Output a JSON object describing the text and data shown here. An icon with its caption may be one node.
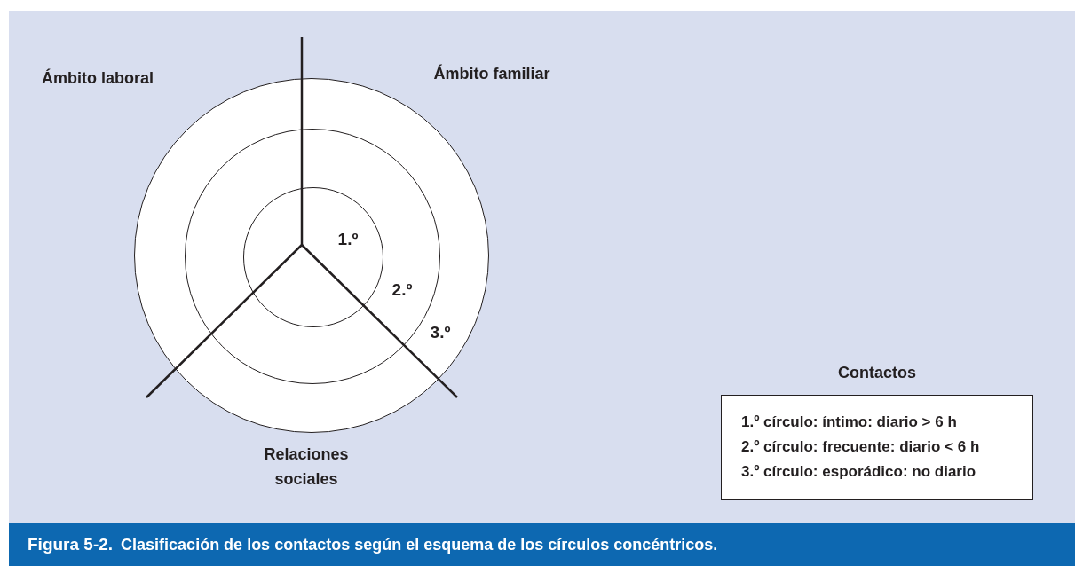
{
  "diagram": {
    "caption": "**Figura 5-2.** Clasificación de los contactos según el esquema de los círculos concéntricos.",
    "nodes": [
      {
        "text": [
          "3.º"
        ]
      },
      {
        "text": [
          "2.º"
        ],
        "in": 0
      },
      {
        "text": [
          "1.º"
        ],
        "in": 1
      },
      {
        "text": [
          "Contactos",
          "1.º círculo: íntimo: diario > 6 h",
          "2.º círculo: frecuente: diario < 6 h",
          "3.º círculo: esporádico: no diario"
        ]
      }
    ],
    "labels": [
      "Ámbito laboral",
      "Ámbito familiar",
      "Relaciones sociales"
    ]
  }
}
